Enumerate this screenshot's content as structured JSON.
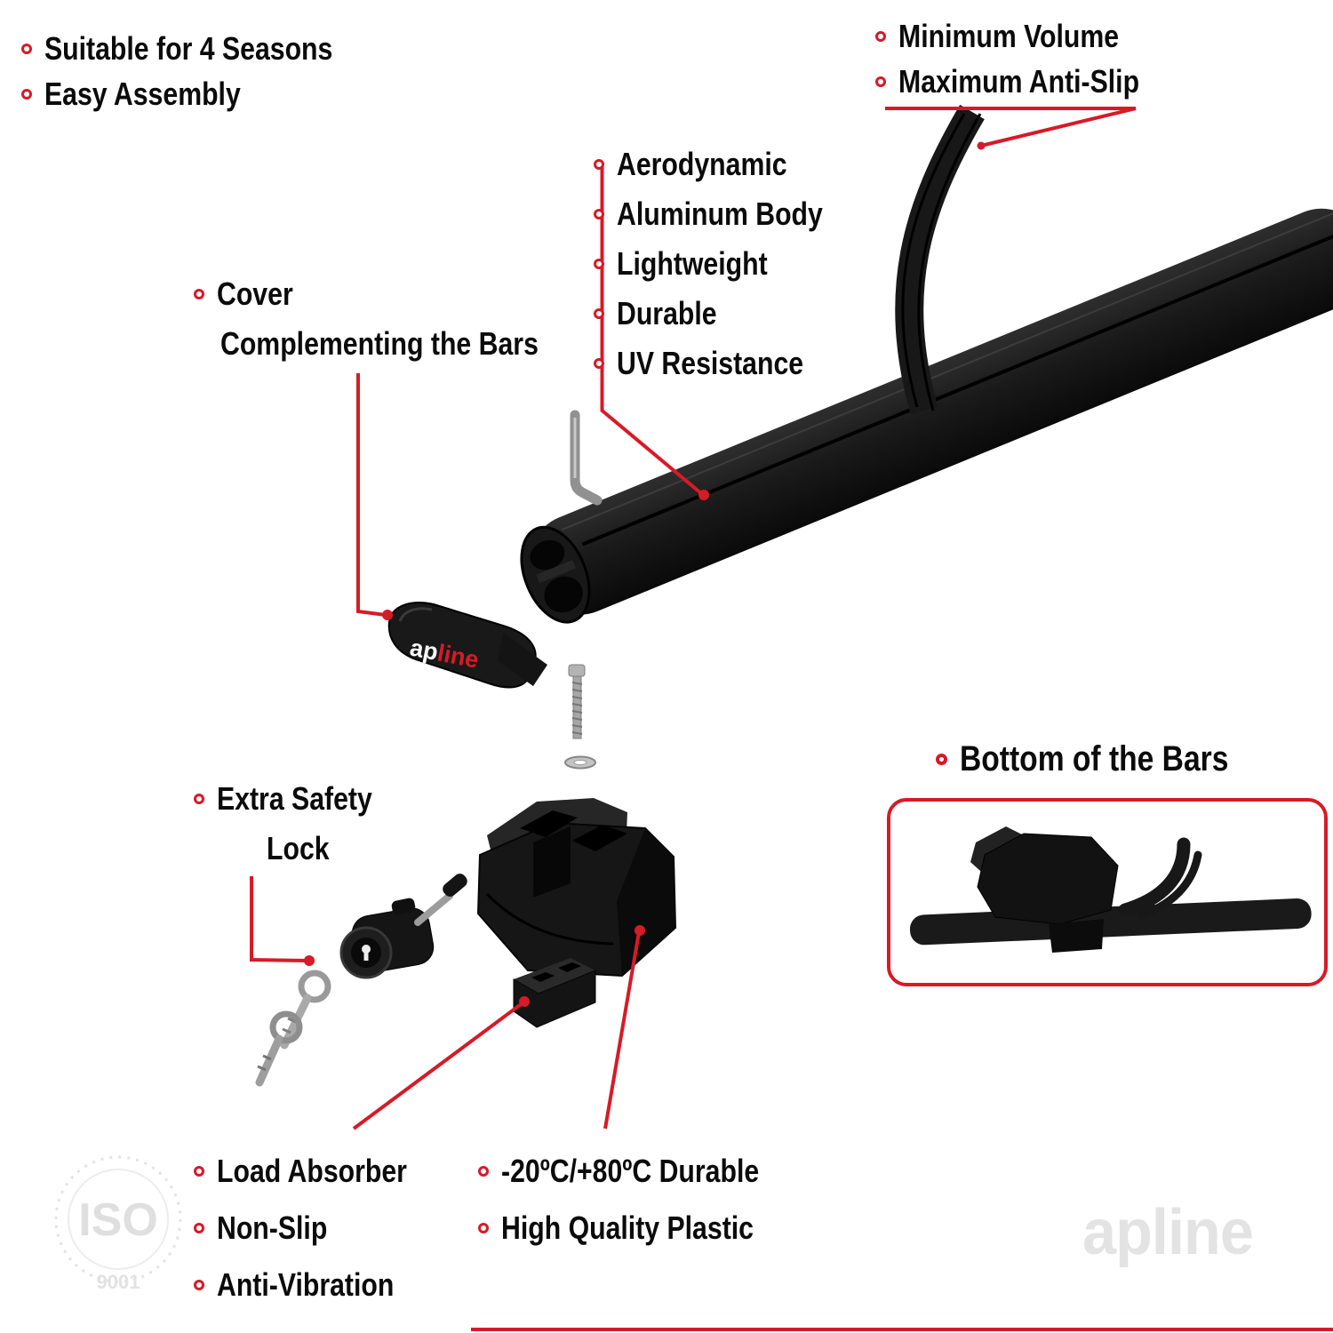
{
  "colors": {
    "accent": "#d71a27"
  },
  "top_left_features": {
    "items": [
      {
        "label": "Suitable for 4 Seasons"
      },
      {
        "label": "Easy Assembly"
      }
    ]
  },
  "top_right_features": {
    "items": [
      {
        "label": "Minimum Volume"
      },
      {
        "label": "Maximum Anti-Slip"
      }
    ]
  },
  "bar_features": {
    "items": [
      {
        "label": "Aerodynamic"
      },
      {
        "label": "Aluminum Body"
      },
      {
        "label": "Lightweight"
      },
      {
        "label": "Durable"
      },
      {
        "label": "UV Resistance"
      }
    ]
  },
  "cover_callout": {
    "line1": "Cover",
    "line2": "Complementing the Bars"
  },
  "lock_callout": {
    "line1": "Extra Safety",
    "line2": "Lock"
  },
  "bottom_of_bars": {
    "label": "Bottom of the Bars"
  },
  "foot_features": {
    "items": [
      {
        "label": "Load Absorber"
      },
      {
        "label": "Non-Slip"
      },
      {
        "label": "Anti-Vibration"
      }
    ]
  },
  "material_features": {
    "items": [
      {
        "label": "-20ºC/+80ºC Durable"
      },
      {
        "label": "High Quality Plastic"
      }
    ]
  },
  "branding": {
    "cover_logo_white": "ap",
    "cover_logo_red": "line",
    "watermark": "apline"
  },
  "iso_badge": {
    "line1": "ISO",
    "line2": "9001"
  }
}
